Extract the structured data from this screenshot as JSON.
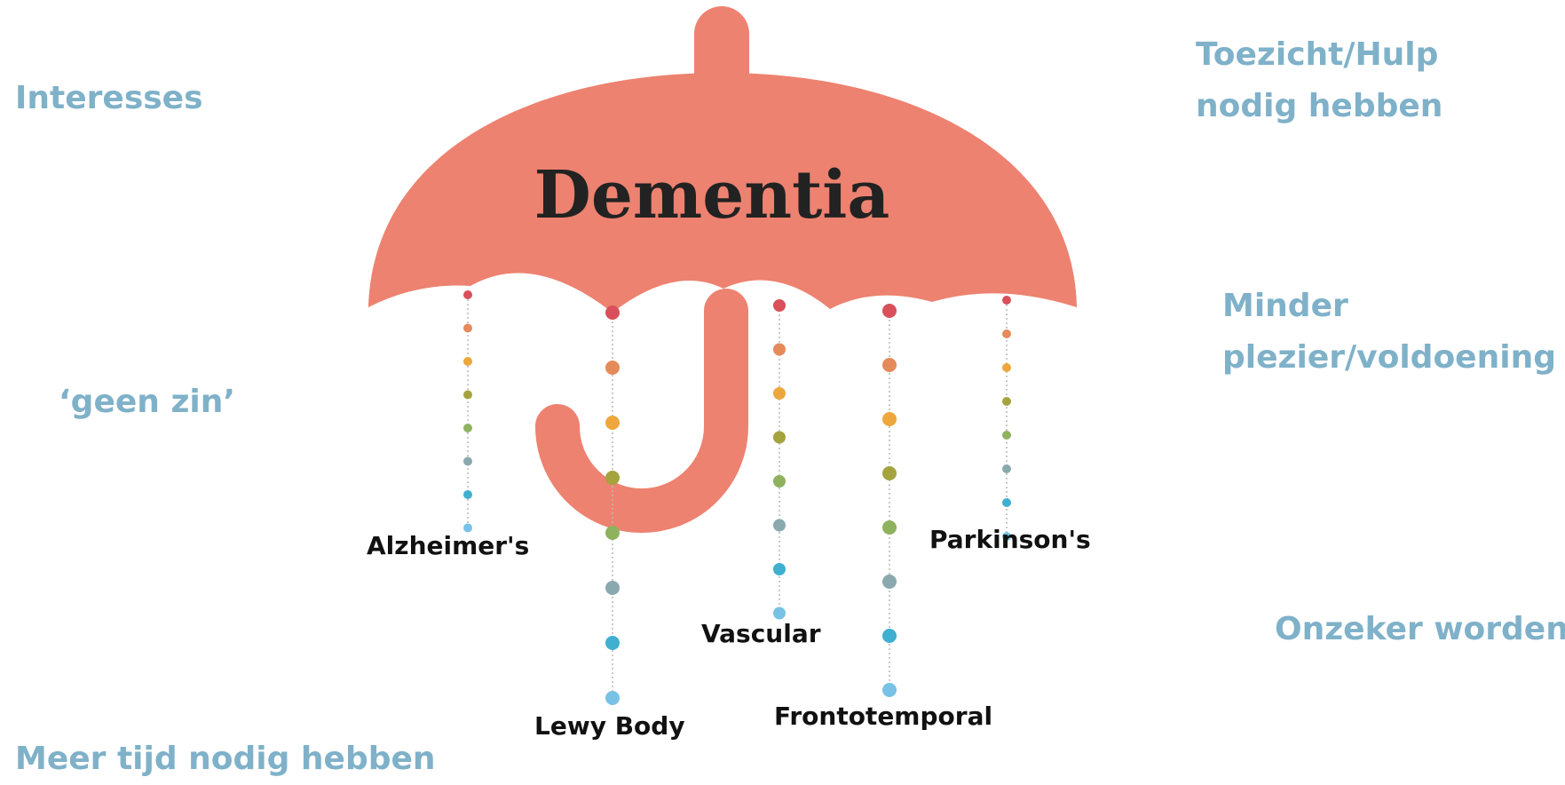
{
  "umbrella": {
    "title": "Dementia",
    "color": "#ed8270",
    "types": [
      {
        "label": "Alzheimer's"
      },
      {
        "label": "Lewy Body"
      },
      {
        "label": "Vascular"
      },
      {
        "label": "Frontotemporal"
      },
      {
        "label": "Parkinson's"
      }
    ],
    "drop_colors": [
      "#d9505a",
      "#e58a5a",
      "#eda73c",
      "#a5a33e",
      "#8fb25e",
      "#8aa9ae",
      "#3fb0cf",
      "#78c2e6"
    ]
  },
  "side_labels": {
    "interesses": "Interesses",
    "geen_zin": "‘geen zin’",
    "meer_tijd": "Meer tijd nodig hebben",
    "toezicht": [
      "Toezicht/Hulp",
      "nodig hebben"
    ],
    "minder": [
      "Minder",
      "plezier/voldoening"
    ],
    "onzeker": "Onzeker worden"
  }
}
